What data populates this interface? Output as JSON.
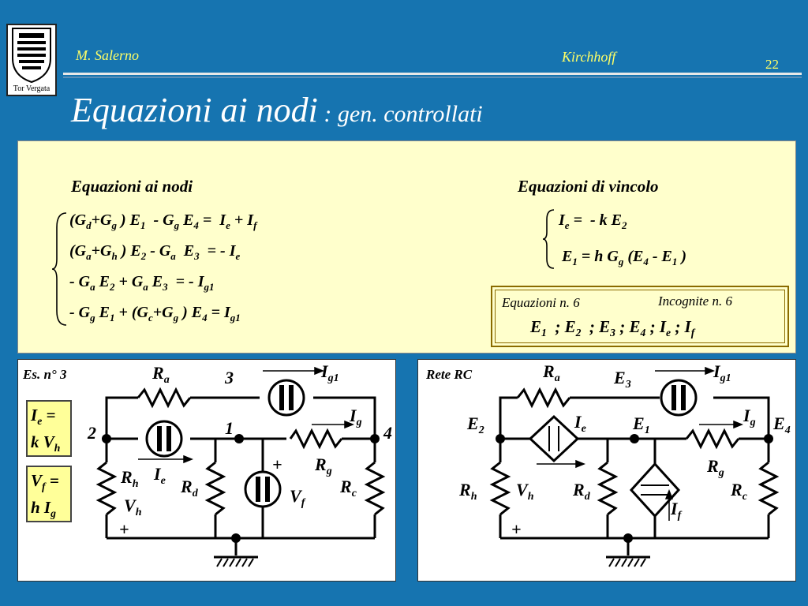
{
  "header": {
    "logo_caption": "Tor Vergata",
    "author": "M. Salerno",
    "topic": "Kirchhoff",
    "page": "22"
  },
  "title": {
    "main": "Equazioni ai nodi",
    "sub": " : gen. controllati"
  },
  "node_equations": {
    "heading": "Equazioni ai nodi",
    "lines": [
      "(Gd+Gg ) E1 - Gg E4 = Ie + If",
      "(Ga+Gh ) E2 - Ga E3 = - Ie",
      "- Ga E2 + Ga E3 = - Ig1",
      "- Gg E1 + (Gc+Gg ) E4 = Ig1"
    ]
  },
  "constraint_equations": {
    "heading": "Equazioni di vincolo",
    "lines": [
      "Ie = - k E2",
      "E1 = h Gg (E4 - E1 )"
    ]
  },
  "summary": {
    "equations_label": "Equazioni n. 6",
    "unknowns_label": "Incognite n. 6",
    "unknowns": "E1 ; E2 ; E3 ; E4 ; Ie ; If"
  },
  "left_circuit": {
    "caption": "Es. n° 3",
    "nodes": [
      "3",
      "2",
      "1",
      "4"
    ],
    "components": [
      "Ra",
      "Rh",
      "Rd",
      "Rg",
      "Rc",
      "Ig1",
      "Ig",
      "Ie",
      "Vh",
      "Vf"
    ],
    "ie_def": [
      "Ie =",
      "k Vh"
    ],
    "vf_def": [
      "Vf =",
      "h Ig"
    ],
    "plus_signs": [
      "+",
      "+"
    ]
  },
  "right_circuit": {
    "caption": "Rete RC",
    "nodes": [
      "E3",
      "E2",
      "E1",
      "E4"
    ],
    "components": [
      "Ra",
      "Rh",
      "Rd",
      "Rg",
      "Rc",
      "Ig1",
      "Ig",
      "Ie",
      "Vh",
      "If"
    ],
    "plus_signs": [
      "+"
    ]
  },
  "colors": {
    "background": "#1674b0",
    "panel": "#ffffcc",
    "header_text": "#ffff66",
    "definition_box": "#ffff99"
  }
}
